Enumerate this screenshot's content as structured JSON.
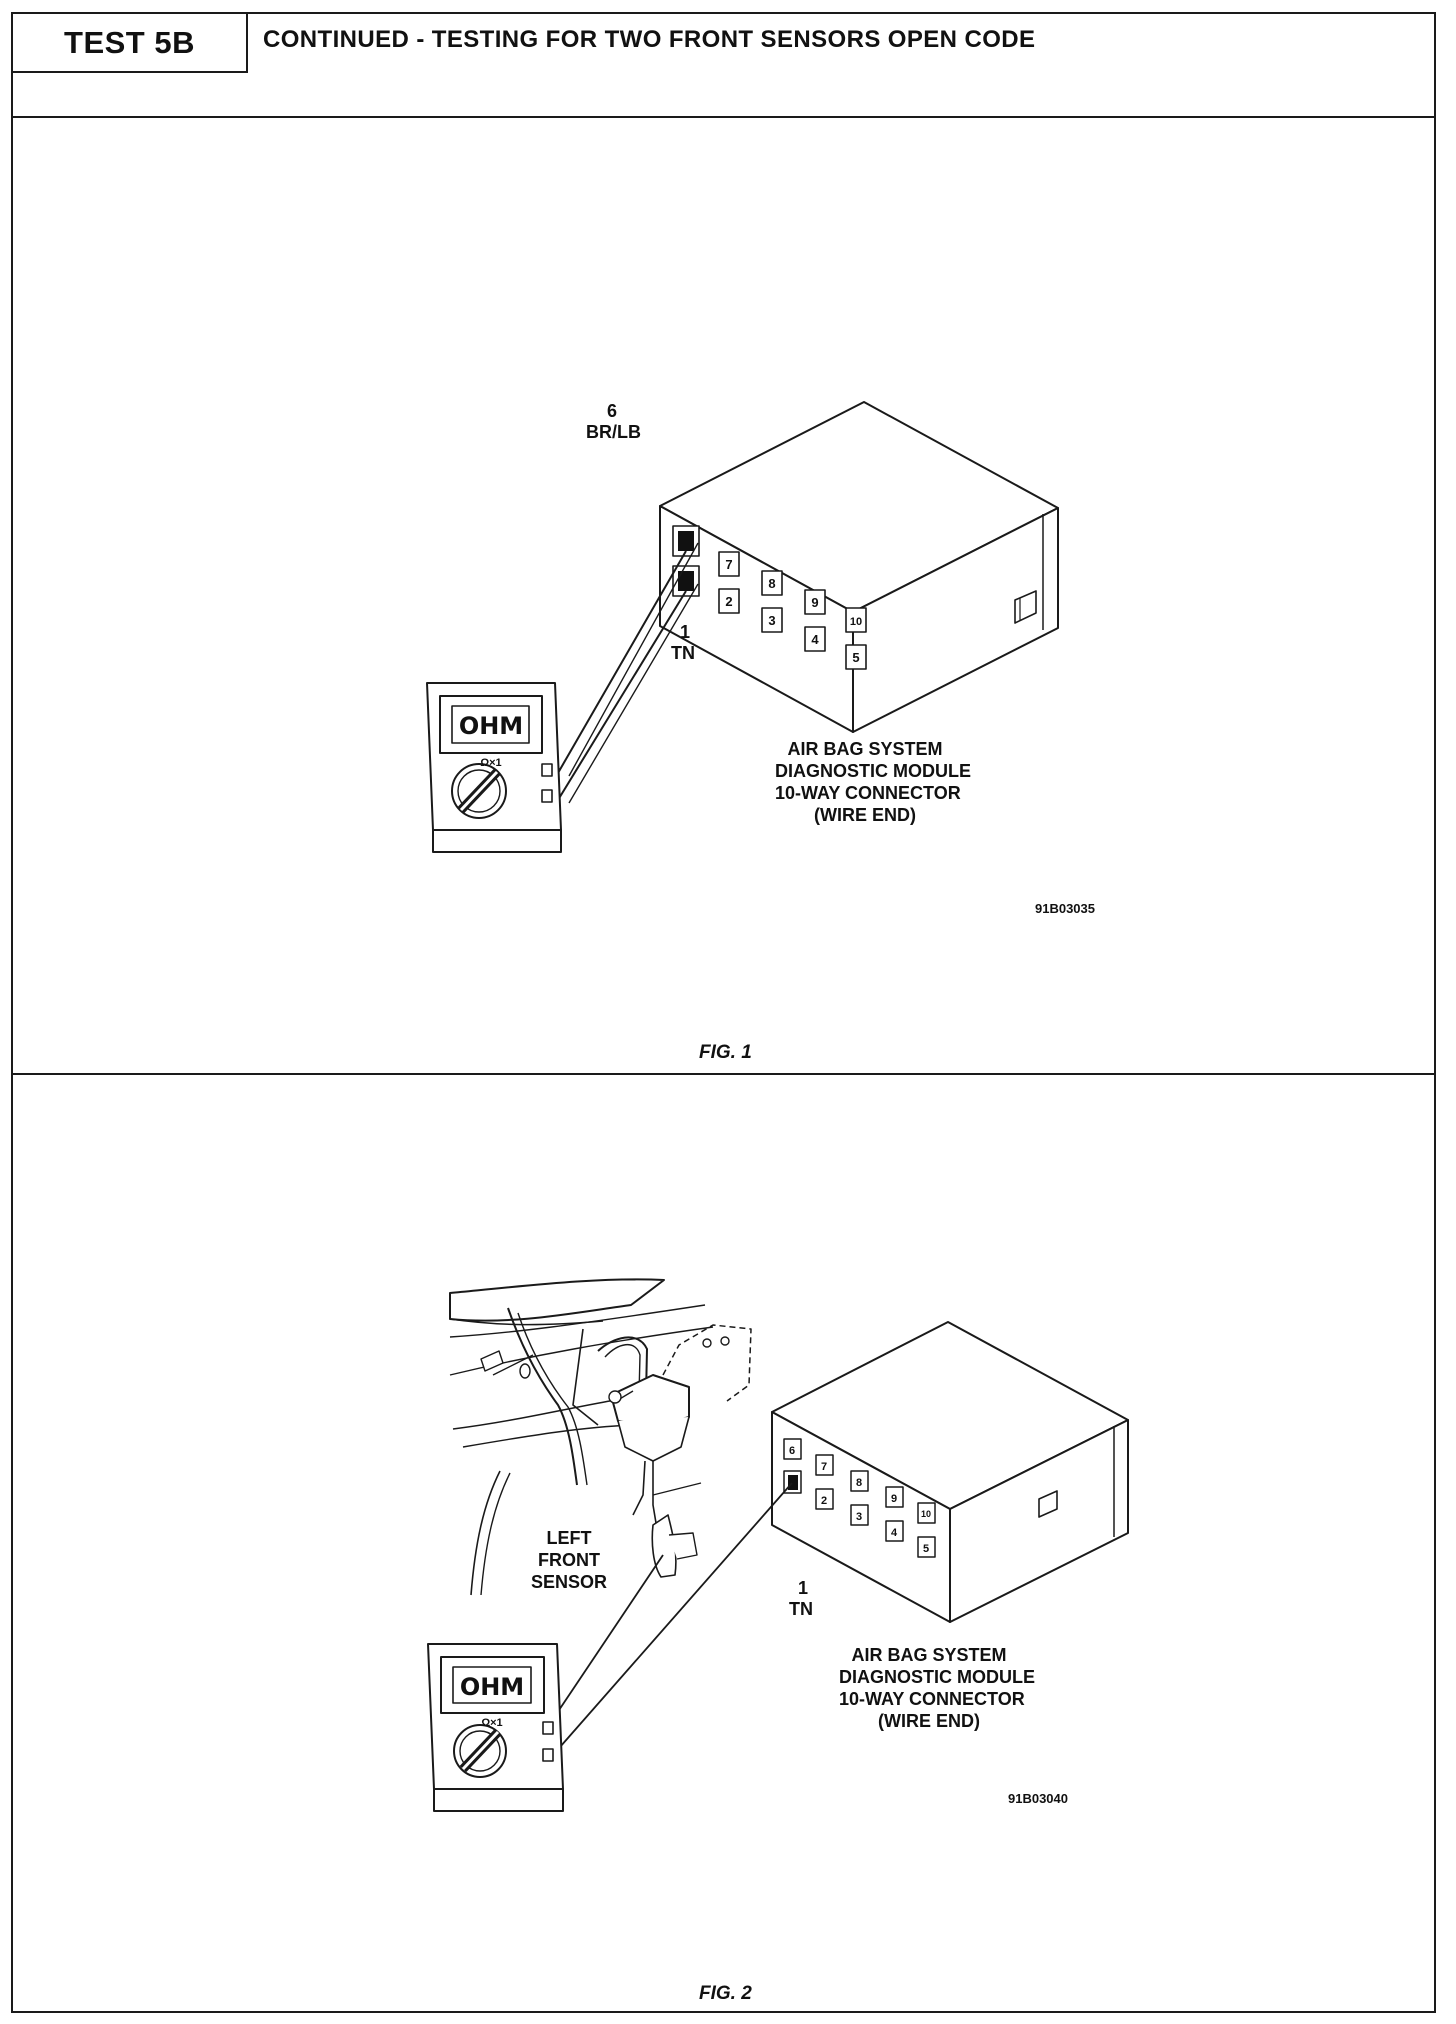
{
  "header": {
    "test_label": "TEST 5B",
    "title": "CONTINUED - TESTING FOR TWO FRONT SENSORS OPEN CODE"
  },
  "fig1": {
    "pin6_num": "6",
    "pin6_wire": "BR/LB",
    "pin1_num": "1",
    "pin1_wire": "TN",
    "meter_display": "OHM",
    "meter_range": "Ω×1",
    "connector_pins": [
      "7",
      "2",
      "8",
      "3",
      "9",
      "4",
      "10",
      "5"
    ],
    "module_label_lines": [
      "AIR BAG SYSTEM",
      "DIAGNOSTIC MODULE",
      "10-WAY CONNECTOR",
      "(WIRE END)"
    ],
    "image_code": "91B03035",
    "caption": "FIG. 1"
  },
  "fig2": {
    "sensor_label_lines": [
      "LEFT",
      "FRONT",
      "SENSOR"
    ],
    "pin1_num": "1",
    "pin1_wire": "TN",
    "meter_display": "OHM",
    "meter_range": "Ω×1",
    "connector_pins": [
      "6",
      "7",
      "2",
      "8",
      "3",
      "9",
      "4",
      "10",
      "5"
    ],
    "module_label_lines": [
      "AIR BAG SYSTEM",
      "DIAGNOSTIC MODULE",
      "10-WAY CONNECTOR",
      "(WIRE END)"
    ],
    "image_code": "91B03040",
    "caption": "FIG. 2"
  }
}
